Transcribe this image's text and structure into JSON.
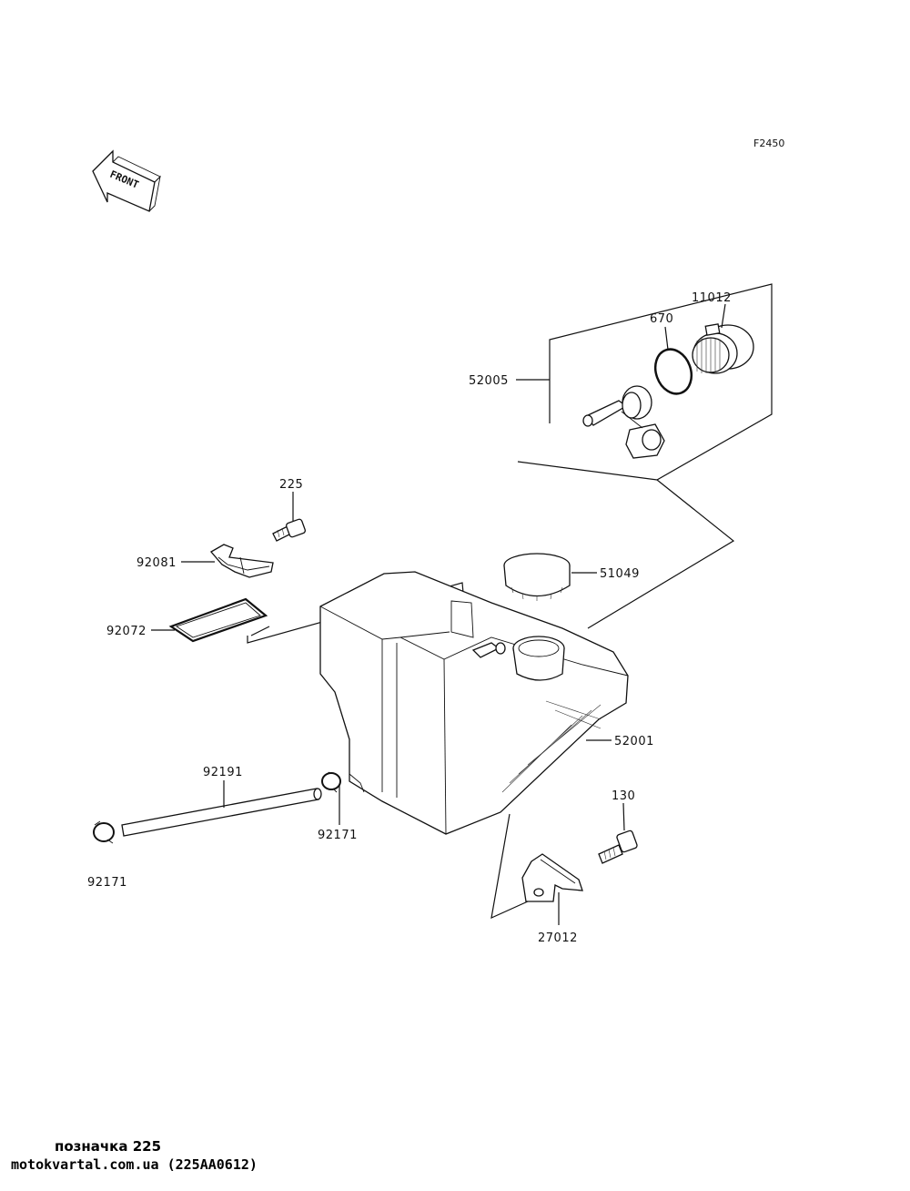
{
  "figure": {
    "code": "F2450",
    "front_arrow": "FRONT"
  },
  "parts": {
    "p11012": "11012",
    "p670": "670",
    "p52005": "52005",
    "p225": "225",
    "p92081": "92081",
    "p51049": "51049",
    "p92072": "92072",
    "p52001": "52001",
    "p92191": "92191",
    "p92171_a": "92171",
    "p92171_b": "92171",
    "p130": "130",
    "p27012": "27012"
  },
  "footer": {
    "line1": "позначка 225",
    "line2": "motokvartal.com.ua (225AA0612)"
  }
}
